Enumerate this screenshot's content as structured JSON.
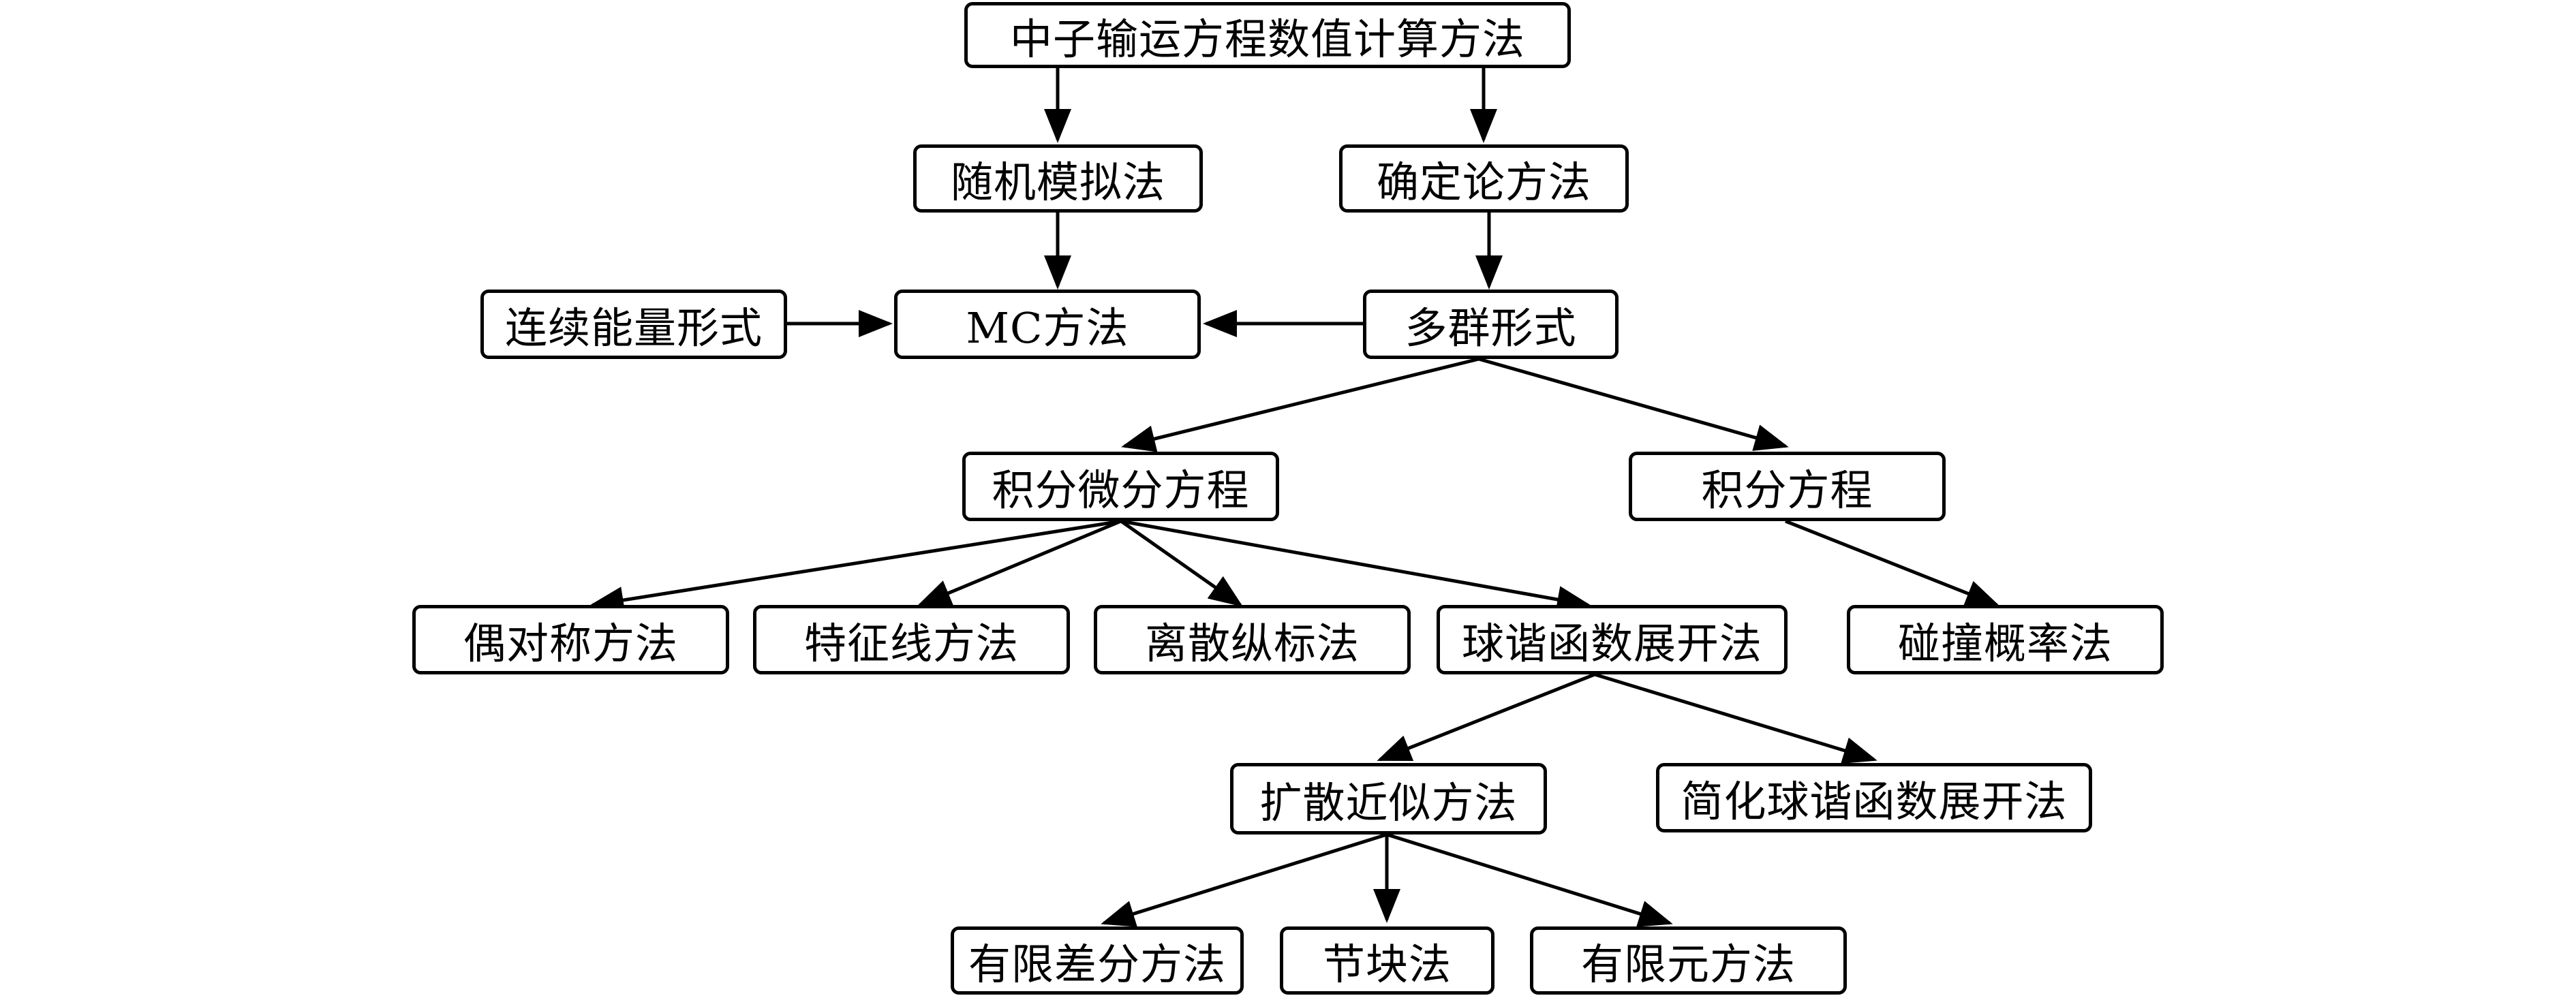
{
  "diagram": {
    "nodes": {
      "root": "中子输运方程数值计算方法",
      "stochastic": "随机模拟法",
      "deterministic": "确定论方法",
      "continuous_energy": "连续能量形式",
      "mc_method": "MC方法",
      "multigroup": "多群形式",
      "integro_differential": "积分微分方程",
      "integral_equation": "积分方程",
      "even_parity": "偶对称方法",
      "characteristics": "特征线方法",
      "discrete_ordinates": "离散纵标法",
      "spherical_harmonics": "球谐函数展开法",
      "collision_probability": "碰撞概率法",
      "diffusion": "扩散近似方法",
      "simplified_pn": "简化球谐函数展开法",
      "finite_difference": "有限差分方法",
      "nodal": "节块法",
      "finite_element": "有限元方法"
    },
    "edges": [
      {
        "from": "root",
        "to": "stochastic"
      },
      {
        "from": "root",
        "to": "deterministic"
      },
      {
        "from": "stochastic",
        "to": "mc_method"
      },
      {
        "from": "deterministic",
        "to": "multigroup"
      },
      {
        "from": "continuous_energy",
        "to": "mc_method"
      },
      {
        "from": "multigroup",
        "to": "mc_method"
      },
      {
        "from": "multigroup",
        "to": "integro_differential"
      },
      {
        "from": "multigroup",
        "to": "integral_equation"
      },
      {
        "from": "integro_differential",
        "to": "even_parity"
      },
      {
        "from": "integro_differential",
        "to": "characteristics"
      },
      {
        "from": "integro_differential",
        "to": "discrete_ordinates"
      },
      {
        "from": "integro_differential",
        "to": "spherical_harmonics"
      },
      {
        "from": "integral_equation",
        "to": "collision_probability"
      },
      {
        "from": "spherical_harmonics",
        "to": "diffusion"
      },
      {
        "from": "spherical_harmonics",
        "to": "simplified_pn"
      },
      {
        "from": "diffusion",
        "to": "finite_difference"
      },
      {
        "from": "diffusion",
        "to": "nodal"
      },
      {
        "from": "diffusion",
        "to": "finite_element"
      }
    ]
  }
}
